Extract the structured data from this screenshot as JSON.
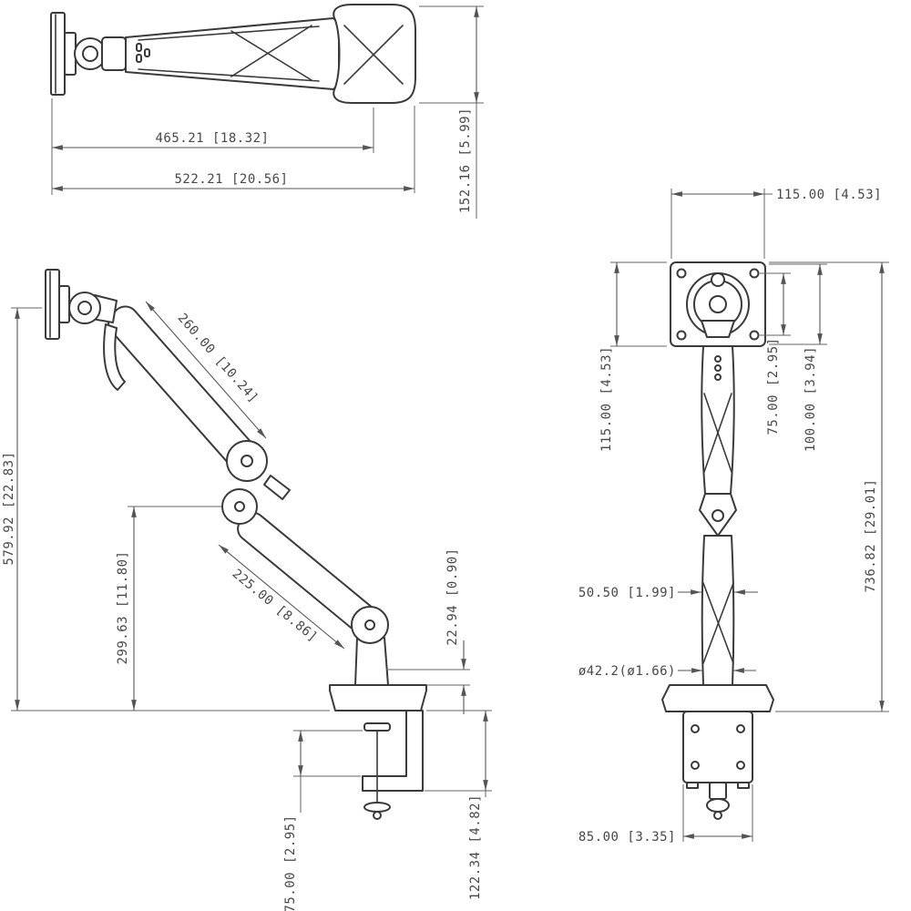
{
  "drawing": {
    "type": "technical-dimension-drawing",
    "subject": "monitor arm desk mount",
    "views": [
      "top",
      "side",
      "front"
    ]
  },
  "colors": {
    "part_line": "#3a3a3a",
    "dimension_line": "#555555",
    "text": "#474747",
    "background": "#ffffff"
  },
  "dims": {
    "top": {
      "arm_length": "465.21 [18.32]",
      "overall_length": "522.21 [20.56]",
      "base_width": "152.16 [5.99]"
    },
    "side": {
      "upper_arm": "260.00 [10.24]",
      "overall_height": "579.92 [22.83]",
      "elbow_height": "299.63 [11.80]",
      "lower_arm": "225.00 [8.86]",
      "base_offset": "22.94 [0.90]",
      "clamp_height": "122.34 [4.82]",
      "clamp_opening": "75.00 [2.95]"
    },
    "front": {
      "plate_width": "115.00 [4.53]",
      "plate_height": "115.00 [4.53]",
      "vesa_spacing_75": "75.00 [2.95]",
      "vesa_spacing_100": "100.00 [3.94]",
      "overall_height": "736.82 [29.01]",
      "pole_width": "50.50 [1.99]",
      "pole_diameter": "ø42.2(ø1.66)",
      "clamp_width": "85.00 [3.35]"
    }
  }
}
